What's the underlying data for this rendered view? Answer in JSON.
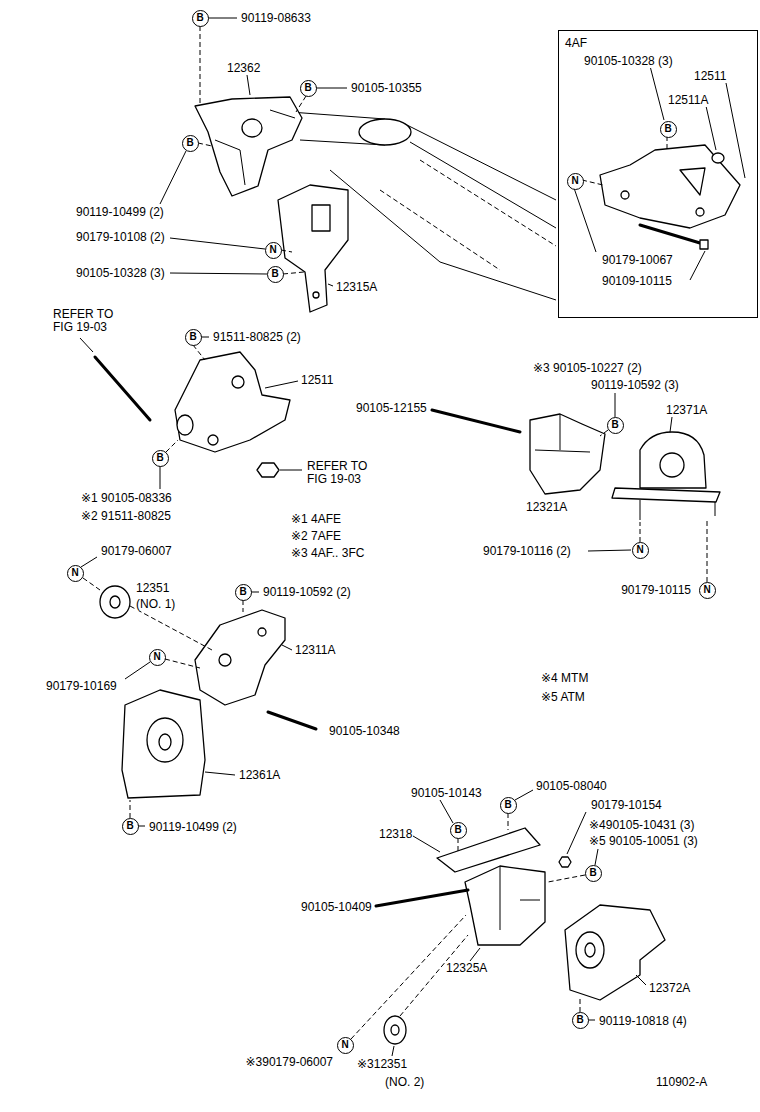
{
  "diagram": {
    "nodes": [
      {
        "text": [
          "B"
        ]
      },
      {
        "text": [
          "4AF",
          "90105-10328 (3)",
          "12511",
          "12511A",
          "90179-10067",
          "90109-10115"
        ]
      },
      {
        "text": [
          "B"
        ],
        "in": 1
      },
      {
        "text": [
          "N"
        ],
        "in": 1
      },
      {
        "text": [
          "B"
        ]
      },
      {
        "text": [
          "B"
        ]
      },
      {
        "text": [
          "N"
        ]
      },
      {
        "text": [
          "B"
        ]
      },
      {
        "text": [
          "B"
        ]
      },
      {
        "text": [
          "B"
        ]
      },
      {
        "text": [
          "B"
        ]
      },
      {
        "text": [
          "N"
        ]
      },
      {
        "text": [
          "N"
        ]
      },
      {
        "text": [
          "N"
        ]
      },
      {
        "text": [
          "B"
        ]
      },
      {
        "text": [
          "N"
        ]
      },
      {
        "text": [
          "B"
        ]
      },
      {
        "text": [
          "B"
        ]
      },
      {
        "text": [
          "B"
        ]
      },
      {
        "text": [
          "B"
        ]
      },
      {
        "text": [
          "B"
        ]
      },
      {
        "text": [
          "N"
        ]
      }
    ],
    "labels": [
      "90119-08633",
      "12362",
      "90105-10355",
      "90119-10499 (2)",
      "90179-10108 (2)",
      "90105-10328 (3)",
      "12315A",
      "REFER TO FIG 19-03",
      "91511-80825 (2)",
      "12511",
      "※3 90105-10227 (2)",
      "90119-10592 (3)",
      "90105-12155",
      "12371A",
      "REFER TO FIG 19-03",
      "※1 90105-08336",
      "※2 91511-80825",
      "12321A",
      "※1 4AFE",
      "※2 7AFE",
      "※3 4AF.. 3FC",
      "90179-10116 (2)",
      "90179-06007",
      "12351",
      "(NO. 1)",
      "90179-10115",
      "90119-10592 (2)",
      "12311A",
      "※4 MTM",
      "※5 ATM",
      "90179-10169",
      "90105-10348",
      "12361A",
      "90105-10143",
      "90105-08040",
      "90179-10154",
      "※490105-10431 (3)",
      "※5 90105-10051 (3)",
      "90119-10499 (2)",
      "12318",
      "90105-10409",
      "12325A",
      "12372A",
      "90119-10818 (4)",
      "※390179-06007",
      "※312351",
      "(NO. 2)",
      "110902-A"
    ]
  }
}
